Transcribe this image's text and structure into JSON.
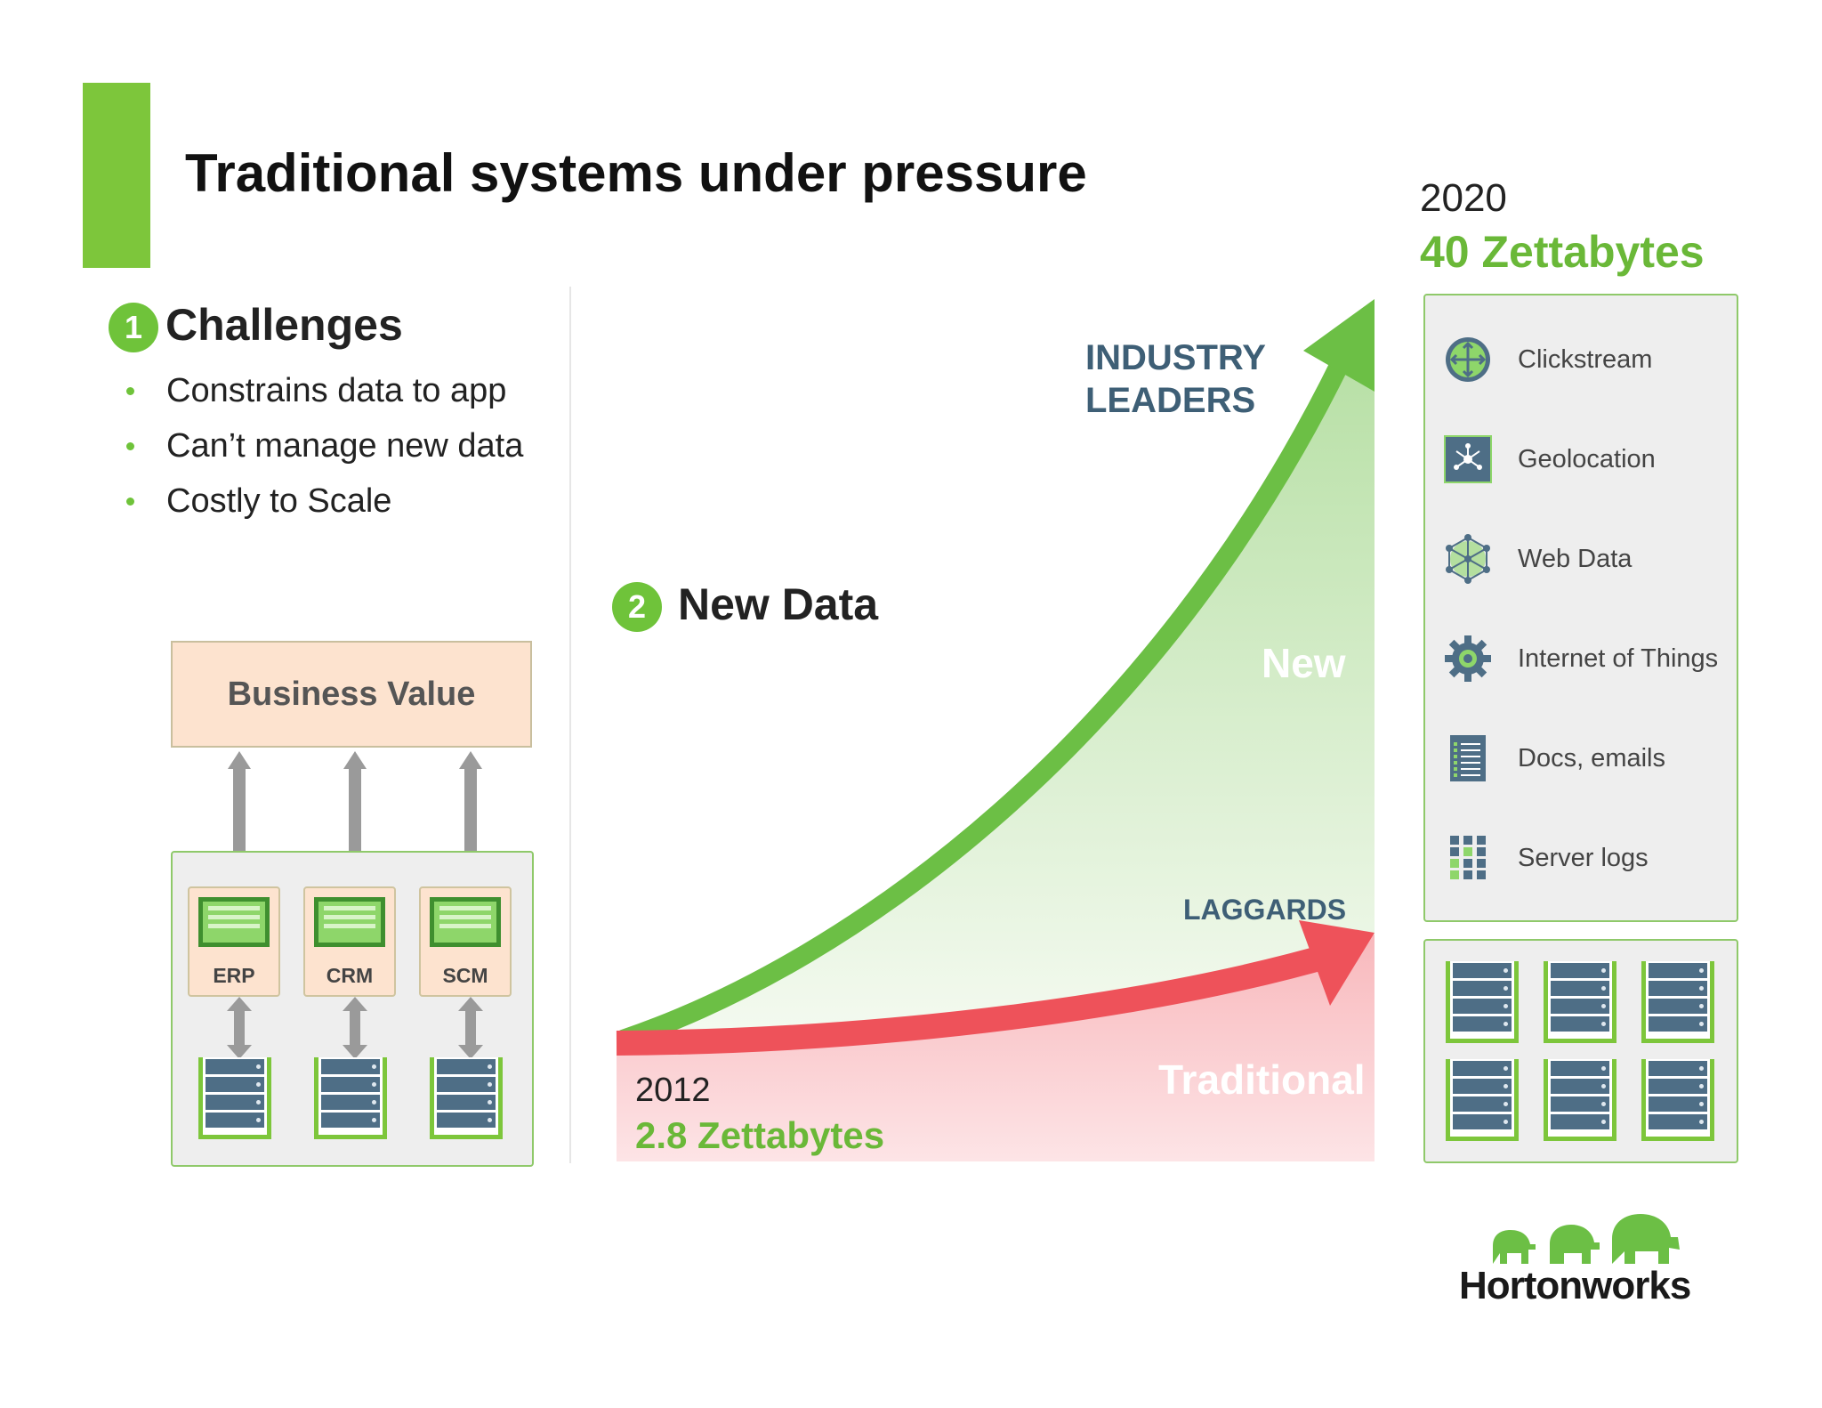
{
  "title": "Traditional systems under pressure",
  "challenges": {
    "number": "1",
    "heading": "Challenges",
    "items": [
      "Constrains data to app",
      "Can’t manage new data",
      "Costly to Scale"
    ]
  },
  "business_value": "Business Value",
  "apps": [
    {
      "label": "ERP"
    },
    {
      "label": "CRM"
    },
    {
      "label": "SCM"
    }
  ],
  "new_data": {
    "number": "2",
    "heading": "New Data"
  },
  "chart": {
    "start_year": "2012",
    "start_value": "2.8 Zettabytes",
    "end_year": "2020",
    "end_value": "40 Zettabytes",
    "leaders_line1": "INDUSTRY",
    "leaders_line2": "LEADERS",
    "laggards": "LAGGARDS",
    "new_label": "New",
    "traditional_label": "Traditional"
  },
  "sources": [
    {
      "label": "Clickstream",
      "icon": "clickstream-icon"
    },
    {
      "label": "Geolocation",
      "icon": "geolocation-icon"
    },
    {
      "label": "Web Data",
      "icon": "web-data-icon"
    },
    {
      "label": "Internet of Things",
      "icon": "gear-icon"
    },
    {
      "label": "Docs, emails",
      "icon": "document-icon"
    },
    {
      "label": "Server logs",
      "icon": "grid-icon"
    }
  ],
  "brand": "Hortonworks",
  "colors": {
    "accent_green": "#7dc63b",
    "dark_blue": "#3e5f76",
    "arrow_red": "#ee525a",
    "business_value_fill": "#fde3cf"
  }
}
